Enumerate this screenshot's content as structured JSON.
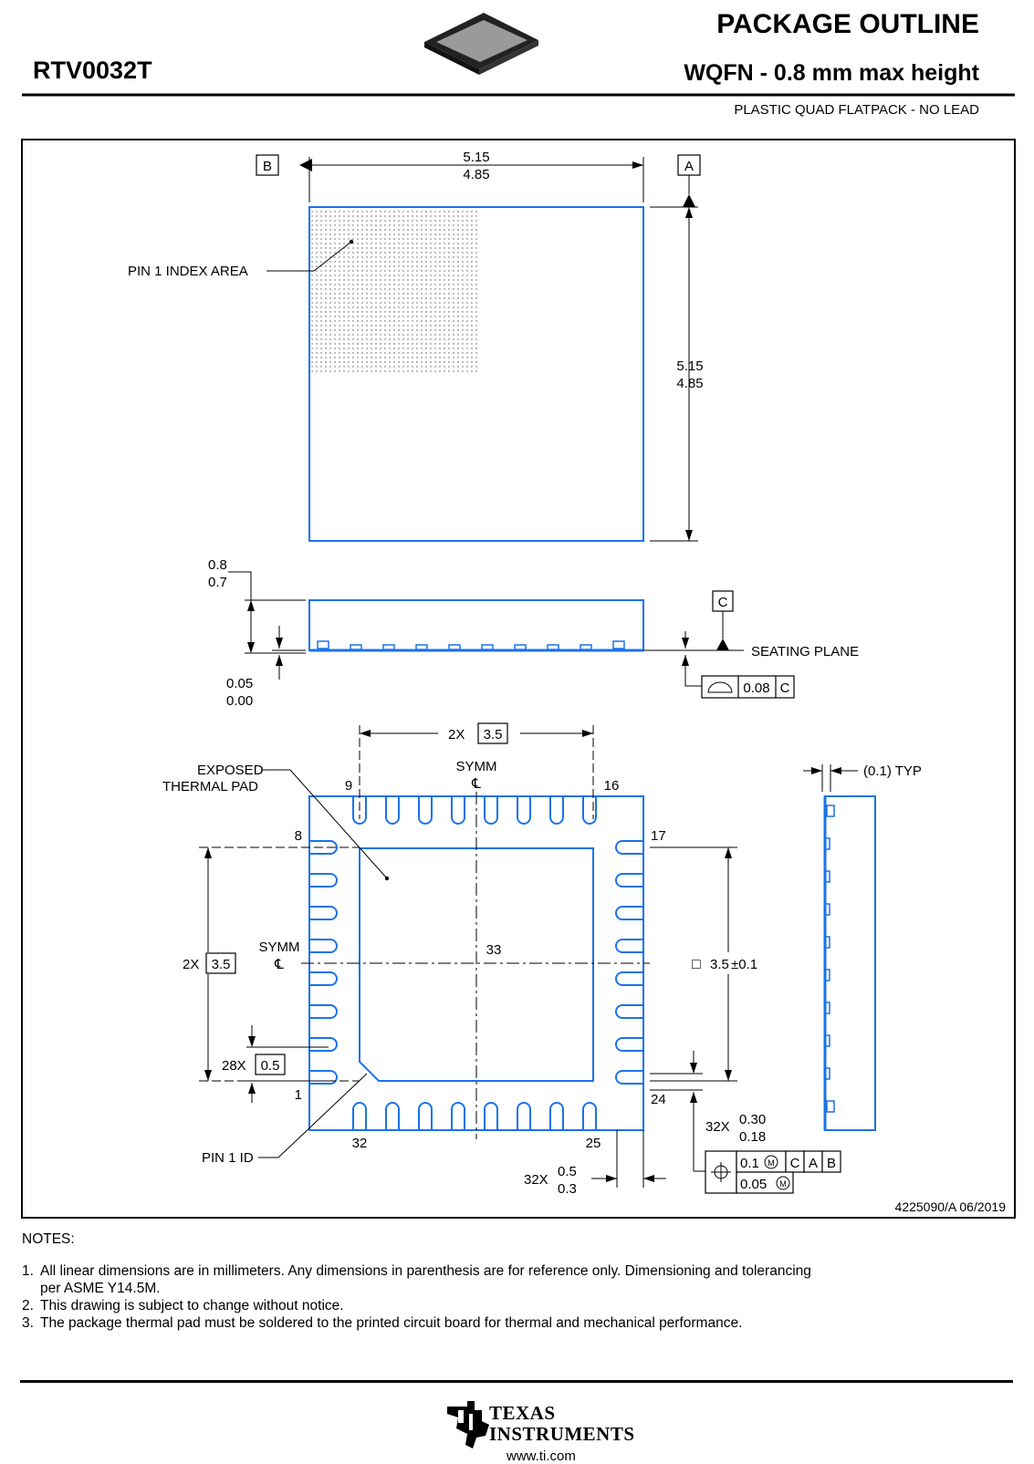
{
  "header": {
    "part_id": "RTV0032T",
    "title": "PACKAGE OUTLINE",
    "subtitle": "WQFN - 0.8 mm max height",
    "description": "PLASTIC QUAD FLATPACK - NO LEAD"
  },
  "top_view": {
    "datum_b": "B",
    "datum_a": "A",
    "width_max": "5.15",
    "width_min": "4.85",
    "height_max": "5.15",
    "height_min": "4.85",
    "pin1_index_label": "PIN 1 INDEX AREA"
  },
  "side_view": {
    "height_max": "0.8",
    "height_min": "0.7",
    "standoff_max": "0.05",
    "standoff_min": "0.00",
    "datum_c": "C",
    "seating_plane": "SEATING PLANE",
    "flatness_value": "0.08",
    "flatness_datum": "C"
  },
  "bottom_view": {
    "pitch_count_top": "2X",
    "pitch_box_top": "3.5",
    "symm_label": "SYMM",
    "centerline_symbol": "℄",
    "exposed_pad_label_1": "EXPOSED",
    "exposed_pad_label_2": "THERMAL PAD",
    "pin_labels": [
      "9",
      "16",
      "8",
      "17",
      "33",
      "1",
      "24",
      "32",
      "25"
    ],
    "pitch_count_left": "2X",
    "pitch_box_left": "3.5",
    "lead_pitch_count": "28X",
    "lead_pitch_value": "0.5",
    "pad_size_symbol": "□",
    "pad_size_value": "3.5",
    "pad_size_tol": "±0.1",
    "pin1_id_label": "PIN 1 ID",
    "lead_width_count": "32X",
    "lead_width_max": "0.30",
    "lead_width_min": "0.18",
    "lead_length_count": "32X",
    "lead_length_max": "0.5",
    "lead_length_min": "0.3",
    "position_tol_1": "0.1",
    "position_tol_2": "0.05",
    "modifier_m": "M",
    "datum_refs": [
      "C",
      "A",
      "B"
    ],
    "typ_dim": "(0.1) TYP"
  },
  "drawing_number": "4225090/A   06/2019",
  "notes": {
    "title": "NOTES:",
    "items": [
      {
        "num": "1.",
        "text": "All linear dimensions are in millimeters. Any dimensions in parenthesis are for reference only. Dimensioning and tolerancing"
      },
      {
        "num": "",
        "text": "per ASME Y14.5M."
      },
      {
        "num": "2.",
        "text": "This drawing is subject to change without notice."
      },
      {
        "num": "3.",
        "text": "The package thermal pad must be soldered to the printed circuit board for thermal and mechanical performance."
      }
    ]
  },
  "footer": {
    "company_line_1": "TEXAS",
    "company_line_2": "INSTRUMENTS",
    "url": "www.ti.com"
  },
  "colors": {
    "outline": "#1a73e8",
    "ink": "#000000"
  }
}
